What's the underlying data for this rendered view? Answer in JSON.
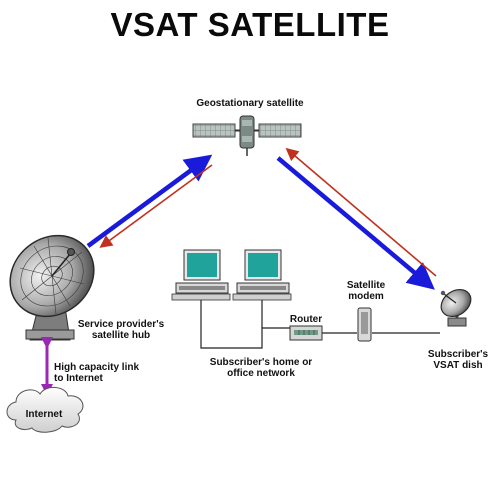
{
  "title": "VSAT SATELLITE",
  "labels": {
    "geostationary_satellite": "Geostationary satellite",
    "hub": "Service provider's\nsatellite hub",
    "link": "High capacity link\nto Internet",
    "internet": "Internet",
    "network": "Subscriber's home or\noffice network",
    "router": "Router",
    "modem": "Satellite\nmodem",
    "dish": "Subscriber's\nVSAT dish"
  },
  "colors": {
    "uplink": "#1a1adb",
    "downlink": "#c0321e",
    "internet_link": "#9b28b4",
    "screen": "#1fa39a",
    "panel": "#9aa7a3"
  }
}
